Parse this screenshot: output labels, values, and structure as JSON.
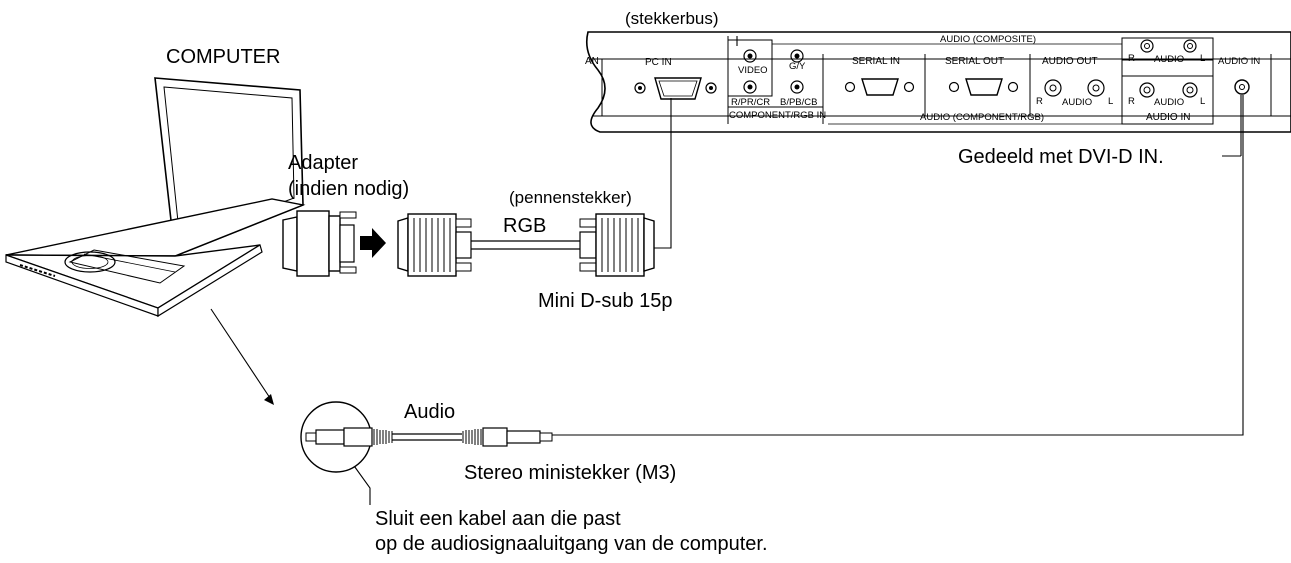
{
  "labels": {
    "computer": "COMPUTER",
    "adapter_line1": "Adapter",
    "adapter_line2": "(indien nodig)",
    "rgb": "RGB",
    "pin_plug": "(pennenstekker)",
    "socket": "(stekkerbus)",
    "mini_dsub": "Mini D-sub 15p",
    "shared": "Gedeeld met DVI-D IN.",
    "audio": "Audio",
    "stereo_plug": "Stereo ministekker (M3)",
    "note_line1": "Sluit een kabel aan die past",
    "note_line2": "op de audiosignaaluitgang van de computer."
  },
  "panel": {
    "lan": "AN",
    "pc_in": "PC IN",
    "video": "VIDEO",
    "gy": "G/Y",
    "rprcr": "R/PR/CR",
    "bpbcb": "B/PB/CB",
    "component_rgb_in": "COMPONENT/RGB IN",
    "serial_in": "SERIAL IN",
    "serial_out": "SERIAL OUT",
    "audio_out": "AUDIO OUT",
    "audio_composite": "AUDIO (COMPOSITE)",
    "audio_component_rgb": "AUDIO (COMPONENT/RGB)",
    "audio_in_big": "AUDIO IN",
    "audio_in_small": "AUDIO IN",
    "r": "R",
    "audio_word": "AUDIO",
    "l": "L"
  }
}
